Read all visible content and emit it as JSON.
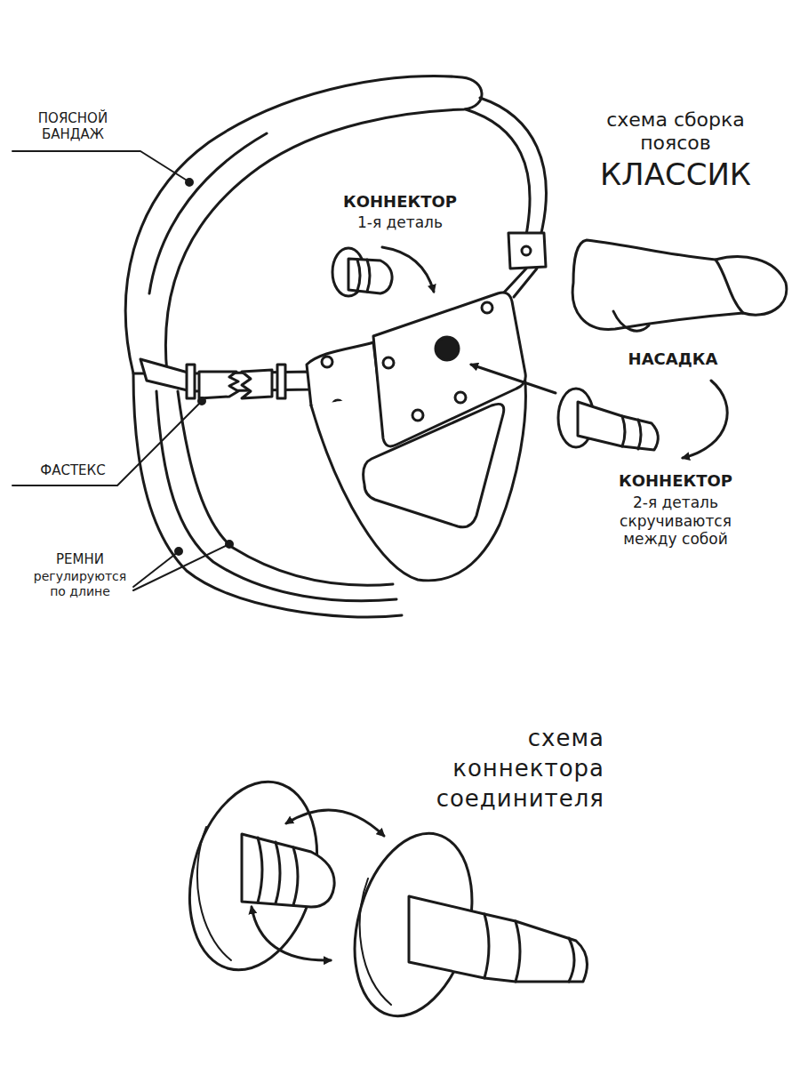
{
  "diagram": {
    "title": "схема сборка поясов",
    "labels": [
      "ПОЯСНОЙ БАНДАЖ",
      "КОННЕКТОР",
      "1-я деталь",
      "КЛАССИК",
      "НАСАДКА",
      "КОННЕКТОР",
      "2-я деталь скручиваются между собой",
      "ФАСТЕКС",
      "РЕМНИ",
      "регулируются по длине",
      "схема коннектора соединителя"
    ]
  }
}
